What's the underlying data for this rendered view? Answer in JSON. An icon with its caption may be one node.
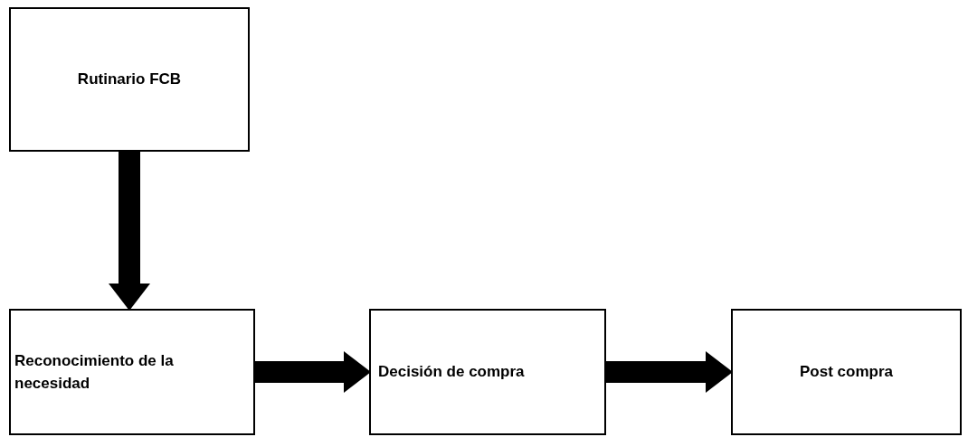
{
  "diagram": {
    "nodes": [
      {
        "text": [
          "Rutinario FCB"
        ]
      },
      {
        "text": [
          "Reconocimiento de la necesidad"
        ]
      },
      {
        "text": [
          "Decisión de compra"
        ]
      },
      {
        "text": [
          "Post compra"
        ]
      }
    ],
    "edges": [
      {
        "from": 0,
        "to": 1,
        "arrow": "to"
      },
      {
        "from": 1,
        "to": 2,
        "arrow": "to"
      },
      {
        "from": 2,
        "to": 3,
        "arrow": "to"
      }
    ]
  }
}
